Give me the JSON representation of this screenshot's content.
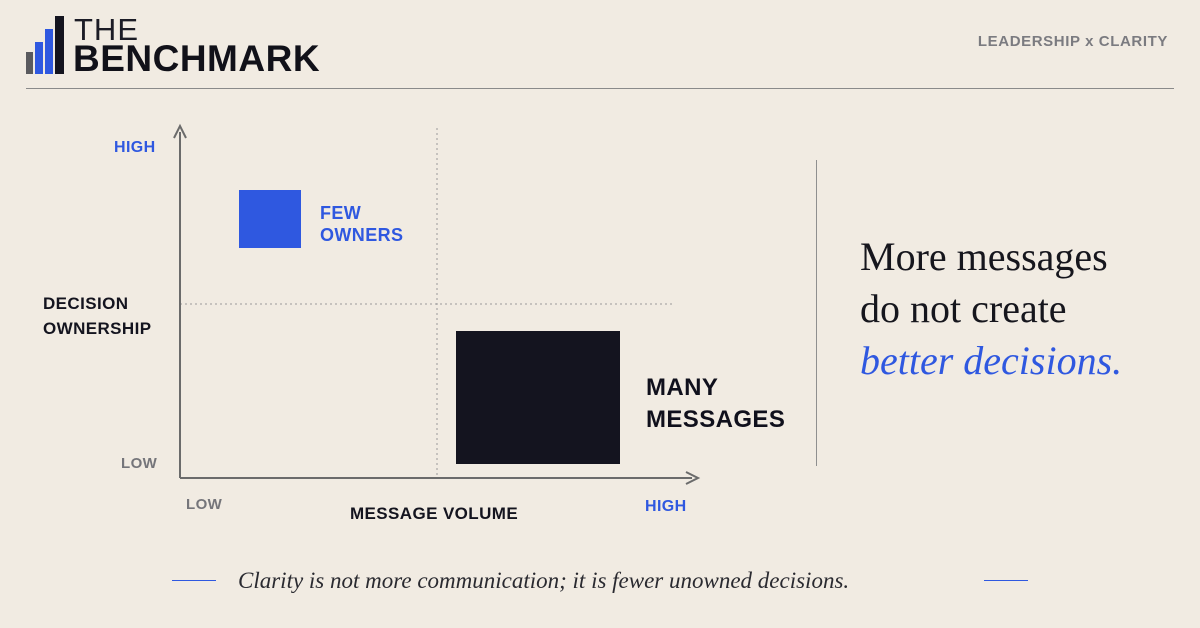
{
  "header": {
    "brand_top": "THE",
    "brand_main": "BENCHMARK",
    "tagline": "LEADERSHIP x CLARITY",
    "logo": "bar-chart-logo"
  },
  "chart": {
    "y_axis": {
      "title_line1": "DECISION",
      "title_line2": "OWNERSHIP",
      "high": "HIGH",
      "low": "LOW"
    },
    "x_axis": {
      "title": "MESSAGE VOLUME",
      "low": "LOW",
      "high": "HIGH"
    },
    "items": [
      {
        "label_line1": "FEW",
        "label_line2": "OWNERS",
        "color": "#2f58e0"
      },
      {
        "label_line1": "MANY",
        "label_line2": "MESSAGES",
        "color": "#14141f"
      }
    ]
  },
  "headline": {
    "line1": "More messages",
    "line2": "do not create",
    "line3_emphasis": "better decisions."
  },
  "footnote": "Clarity is not more communication; it is fewer unowned decisions.",
  "colors": {
    "accent": "#2f58e0",
    "ink": "#14141f",
    "background": "#f1ebe2"
  }
}
